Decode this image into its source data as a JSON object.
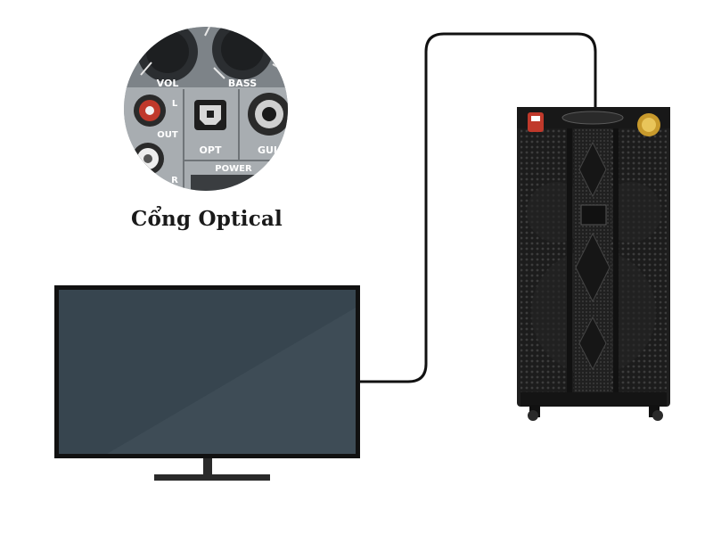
{
  "caption": "Cổng Optical",
  "panel_labels": {
    "vol": "VOL",
    "bass": "BASS",
    "left": "L",
    "out": "OUT",
    "right": "R",
    "opt": "OPT",
    "gui": "GUI",
    "power": "POWER"
  },
  "colors": {
    "tv_frame": "#111111",
    "tv_screen": "#37454f",
    "tv_screen_highlight": "#3e4c56",
    "cable": "#111111",
    "speaker_body": "#1e1e1e",
    "speaker_grille": "#2b2b2b",
    "badge_red": "#c0392b",
    "badge_gold": "#c89a2c"
  }
}
